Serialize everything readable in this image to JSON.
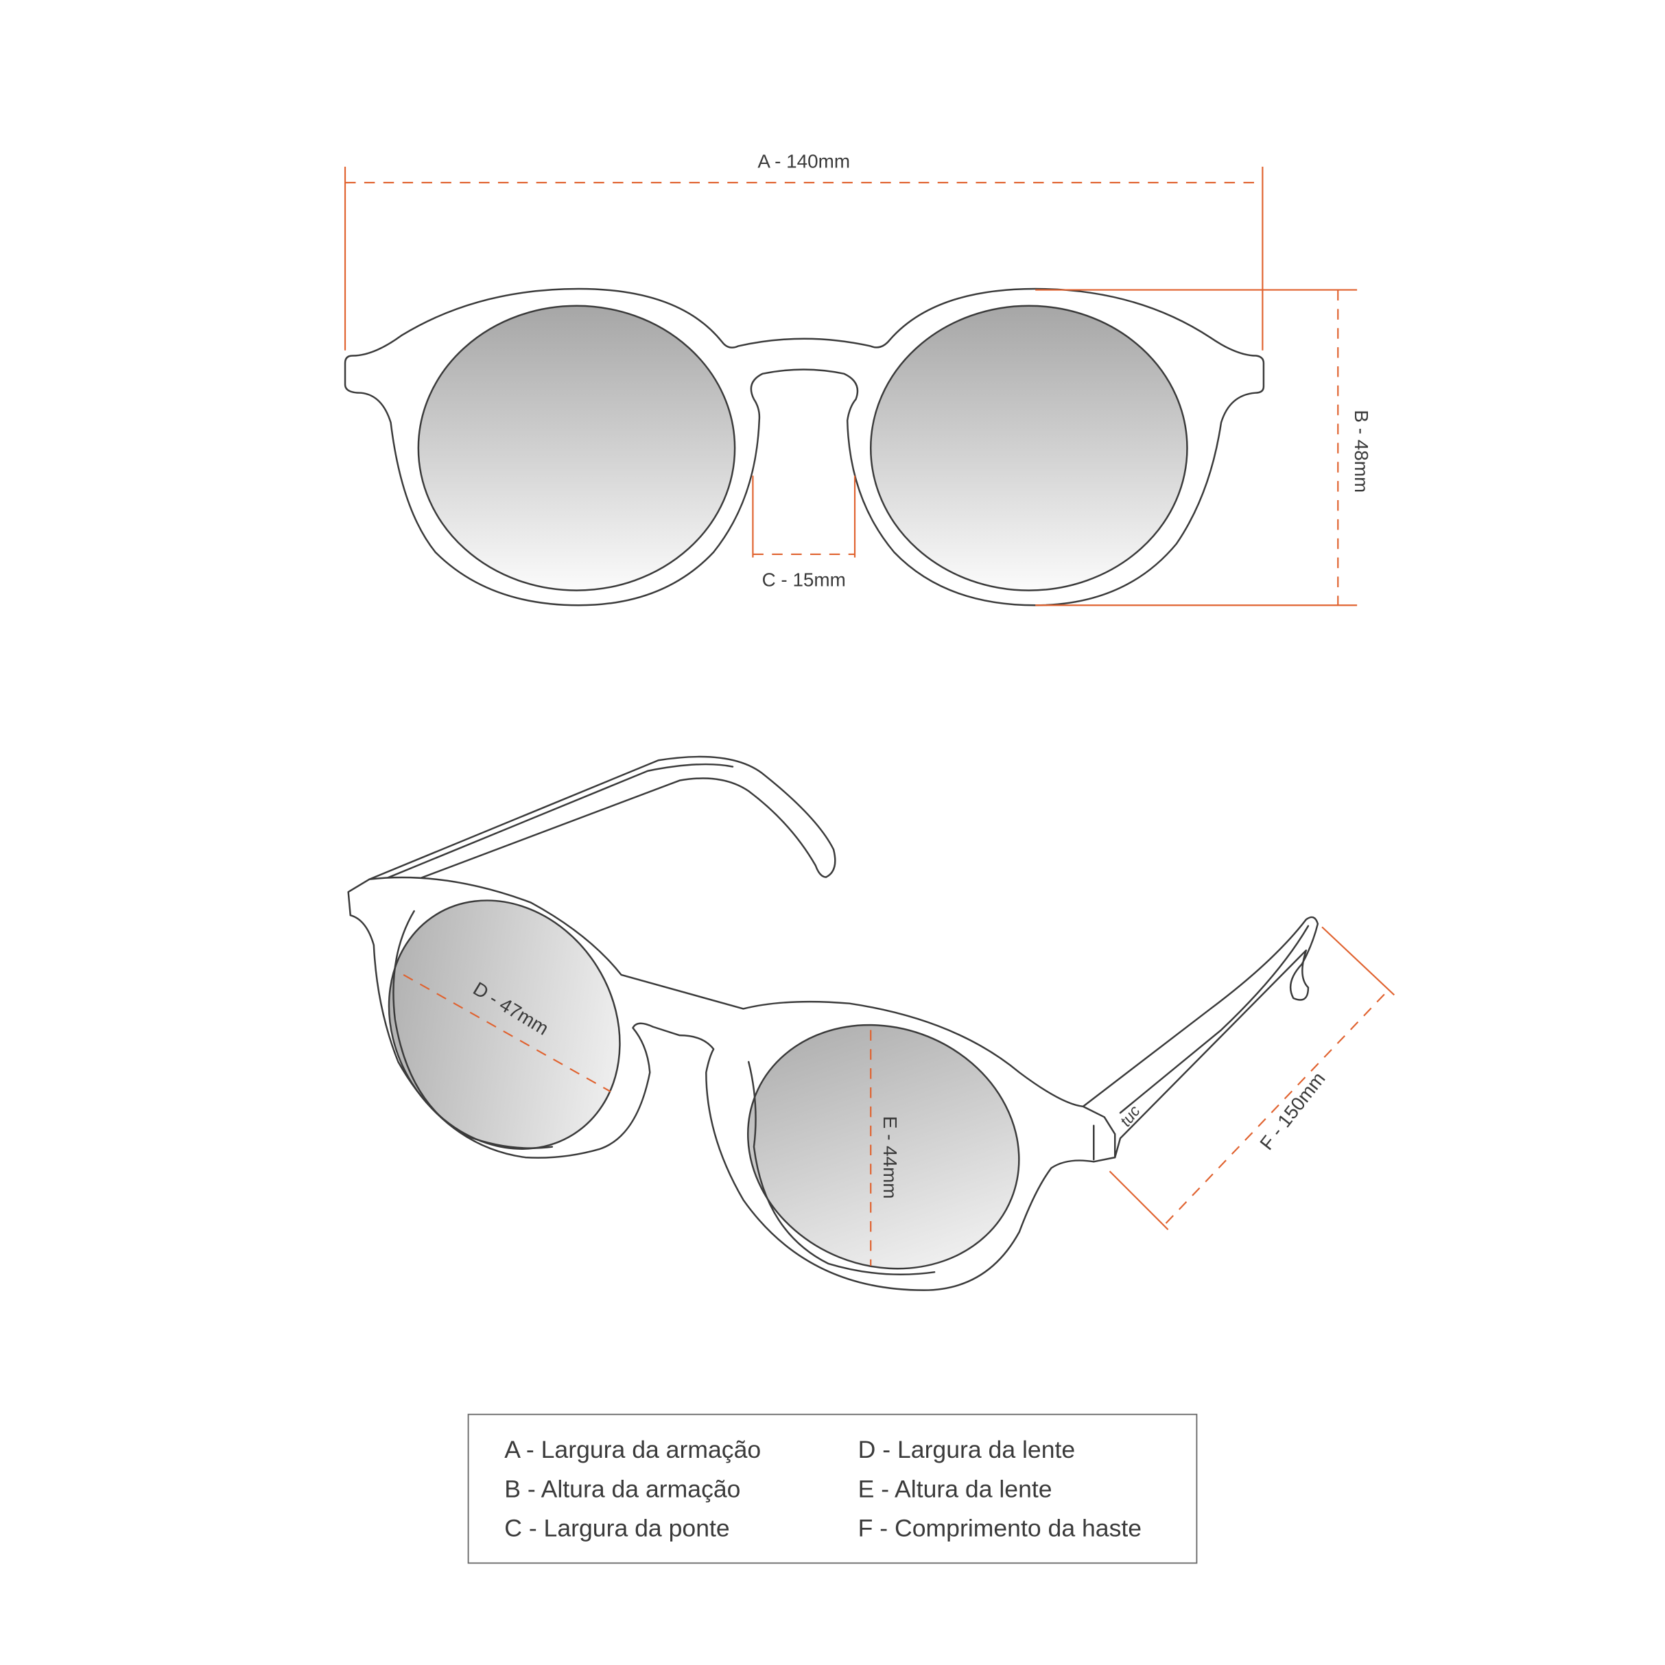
{
  "dimensions": {
    "a": "A - 140mm",
    "b": "B - 48mm",
    "c": "C - 15mm",
    "d": "D - 47mm",
    "e": "E - 44mm",
    "f": "F - 150mm"
  },
  "brand": "tuc",
  "legend": {
    "left": [
      "A - Largura da armação",
      "B - Altura da armação",
      "C - Largura da ponte"
    ],
    "right": [
      "D - Largura da lente",
      "E - Altura da lente",
      "F - Comprimento da haste"
    ]
  },
  "colors": {
    "accent": "#e0622f",
    "outline": "#3a3a3a"
  }
}
